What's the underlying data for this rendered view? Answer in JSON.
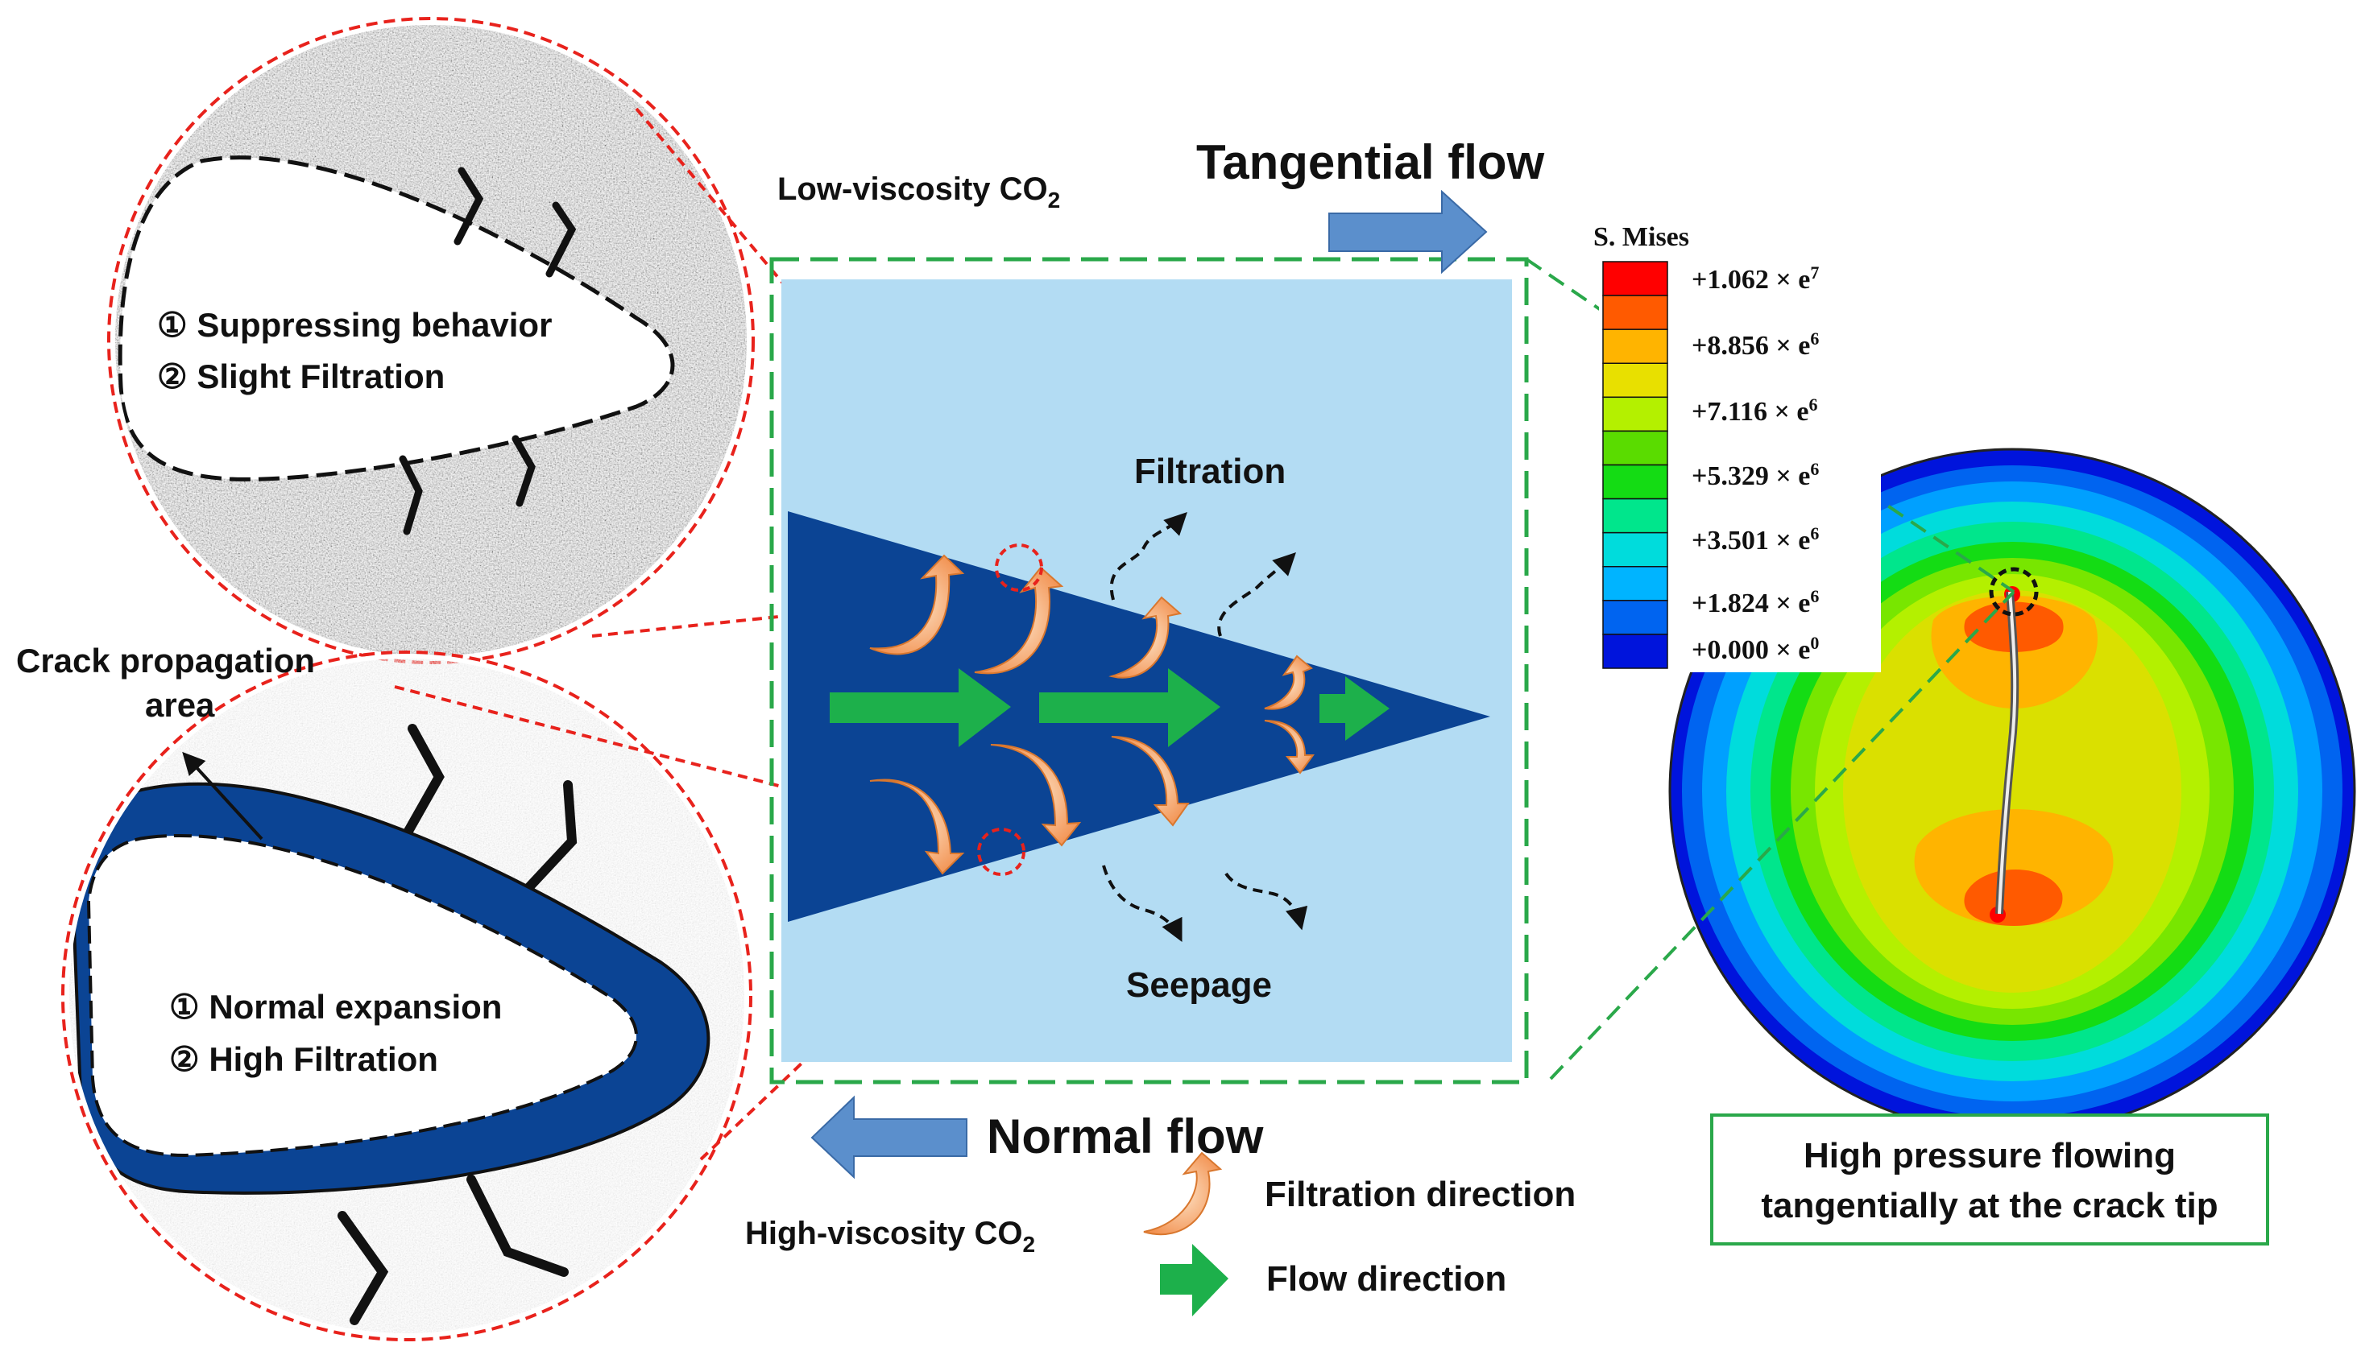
{
  "top_left_circle": {
    "line1": "① Suppressing behavior",
    "line2": "② Slight Filtration"
  },
  "bottom_left_circle": {
    "line1": "① Normal expansion",
    "line2": "② High Filtration"
  },
  "crack_label": {
    "line1": "Crack propagation",
    "line2": "area"
  },
  "low_visc": {
    "text": "Low-viscosity CO",
    "sub": "2"
  },
  "high_visc": {
    "text": "High-viscosity CO",
    "sub": "2"
  },
  "tangential_flow": "Tangential flow",
  "normal_flow": "Normal flow",
  "filtration": "Filtration",
  "seepage": "Seepage",
  "legend": {
    "filtration_direction": "Filtration direction",
    "flow_direction": "Flow direction"
  },
  "stress_legend": {
    "title": "S. Mises",
    "entries": [
      {
        "mant": "+1.062",
        "exp": "7"
      },
      {
        "mant": "+8.856",
        "exp": "6"
      },
      {
        "mant": "+7.116",
        "exp": "6"
      },
      {
        "mant": "+5.329",
        "exp": "6"
      },
      {
        "mant": "+3.501",
        "exp": "6"
      },
      {
        "mant": "+1.824",
        "exp": "6"
      },
      {
        "mant": "+0.000",
        "exp": "0"
      }
    ],
    "times": "× e",
    "colors": [
      "#ff0000",
      "#ff5a00",
      "#ffb400",
      "#e8e000",
      "#b4f000",
      "#5adc00",
      "#14dc14",
      "#00e68c",
      "#00dcdc",
      "#00b4ff",
      "#0064f0",
      "#0014dc"
    ]
  },
  "caption": {
    "line1": "High pressure flowing",
    "line2": "tangentially at the crack tip"
  },
  "colors": {
    "red_dash": "#e8221c",
    "green_dash": "#2aa84a",
    "navy": "#0b4494",
    "light_blue": "#b3dcf3",
    "arrow_blue": "#5b8fcc",
    "orange": "#f4a060",
    "green_arrow": "#1db04b"
  }
}
